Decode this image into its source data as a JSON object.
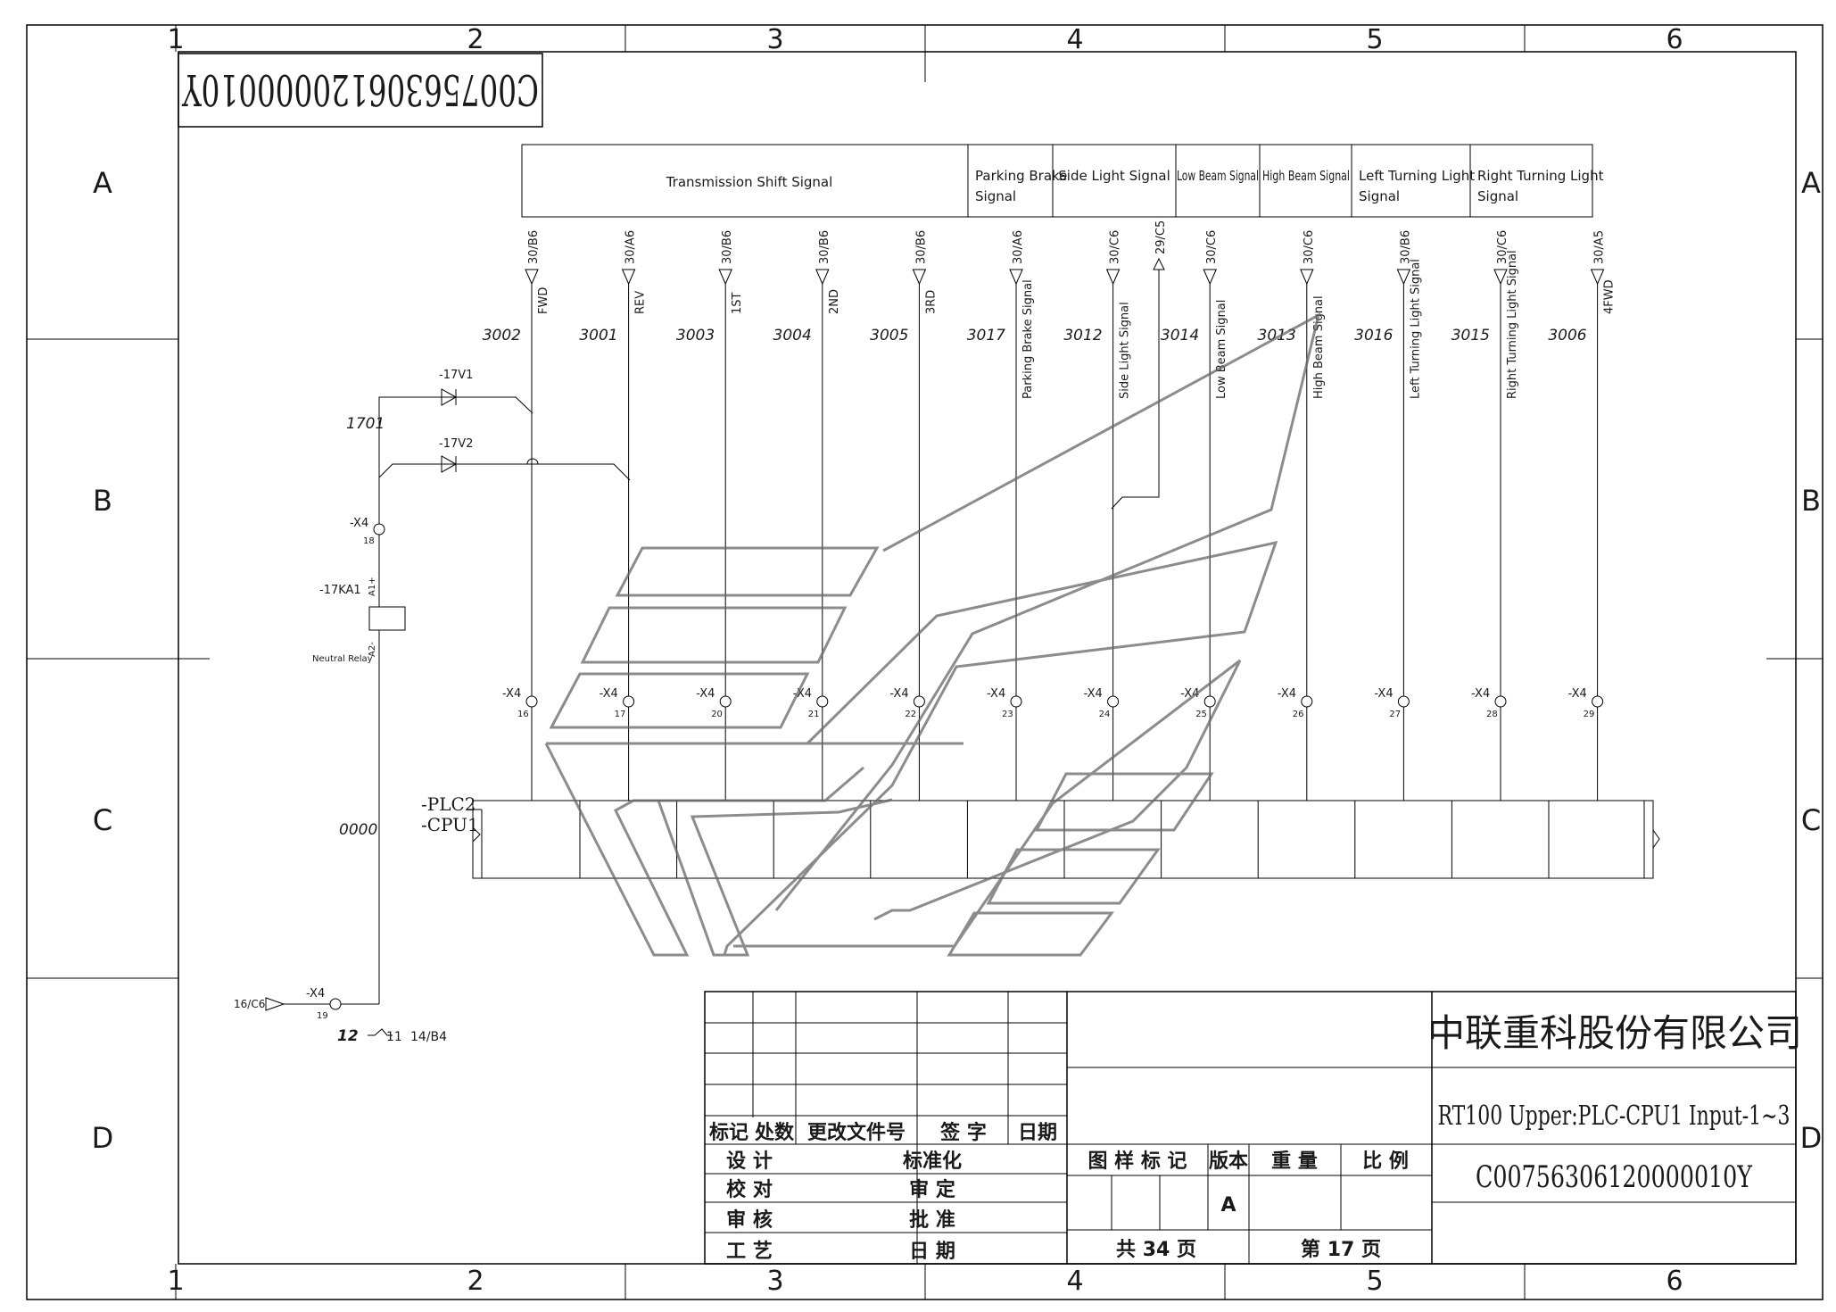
{
  "border": {
    "cols": [
      "1",
      "2",
      "3",
      "4",
      "5",
      "6"
    ],
    "rows": [
      "A",
      "B",
      "C",
      "D"
    ]
  },
  "drawing_number_mirrored": "C00756306120000010Y",
  "signal_groups": [
    {
      "label": "Transmission Shift Signal"
    },
    {
      "label": "Parking Brake Signal",
      "lines": [
        "Parking Brake",
        "Signal"
      ]
    },
    {
      "label": "Side Light Signal"
    },
    {
      "label": "Low Beam Signal"
    },
    {
      "label": "High Beam Signal"
    },
    {
      "label": "Left Turning Light Signal",
      "lines": [
        "Left Turning Light",
        "Signal"
      ]
    },
    {
      "label": "Right Turning Light Signal",
      "lines": [
        "Right Turning Light",
        "Signal"
      ]
    }
  ],
  "channels": [
    {
      "ref": "30/B6",
      "wire": "3002",
      "tag": "FWD",
      "terminal": "16"
    },
    {
      "ref": "30/A6",
      "wire": "3001",
      "tag": "REV",
      "terminal": "17"
    },
    {
      "ref": "30/B6",
      "wire": "3003",
      "tag": "1ST",
      "terminal": "20"
    },
    {
      "ref": "30/B6",
      "wire": "3004",
      "tag": "2ND",
      "terminal": "21"
    },
    {
      "ref": "30/B6",
      "wire": "3005",
      "tag": "3RD",
      "terminal": "22"
    },
    {
      "ref": "30/A6",
      "wire": "3017",
      "tag": "Parking Brake Signal",
      "terminal": "23"
    },
    {
      "ref": "30/C6",
      "wire": "3012",
      "tag": "Side Light Signal",
      "terminal": "24"
    },
    {
      "ref": "30/C6",
      "wire": "3014",
      "tag": "Low Beam Signal",
      "terminal": "25"
    },
    {
      "ref": "30/C6",
      "wire": "3013",
      "tag": "High Beam Signal",
      "terminal": "26"
    },
    {
      "ref": "30/B6",
      "wire": "3016",
      "tag": "Left Turning Light Signal",
      "terminal": "27"
    },
    {
      "ref": "30/C6",
      "wire": "3015",
      "tag": "Right Turning Light Signal",
      "terminal": "28"
    },
    {
      "ref": "30/A5",
      "wire": "3006",
      "tag": "4FWD",
      "terminal": "29"
    }
  ],
  "extra_ref": "29/C5",
  "connector_label": "-X4",
  "left_circuit": {
    "diode1": "-17V1",
    "diode2": "-17V2",
    "wire_1701": "1701",
    "term18_label": "-X4",
    "term18_num": "18",
    "relay_tag": "-17KA1",
    "relay_a1": "A1+",
    "relay_a2": "A2-",
    "relay_desc": "Neutral Relay",
    "wire_0000": "0000",
    "ref_16c6": "16/C6",
    "term19_label": "-X4",
    "term19_num": "19",
    "contact_12": "12",
    "contact_11": "11",
    "contact_ref": "14/B4"
  },
  "plc": {
    "line1": "-PLC2",
    "line2": "-CPU1"
  },
  "title_block": {
    "company": "中联重科股份有限公司",
    "title": "RT100 Upper:PLC-CPU1 Input-1~3",
    "drawing_no": "C00756306120000010Y",
    "rev_headers": [
      "标记",
      "处数",
      "更改文件号",
      "签 字",
      "日期"
    ],
    "sign_left": [
      "设 计",
      "校 对",
      "审 核",
      "工 艺"
    ],
    "sign_right": [
      "标准化",
      "审 定",
      "批 准",
      "日 期"
    ],
    "info_headers": [
      "图 样 标 记",
      "版本",
      "重 量",
      "比 例"
    ],
    "version": "A",
    "total_pages": "共 34 页",
    "page_no": "第 17 页"
  }
}
